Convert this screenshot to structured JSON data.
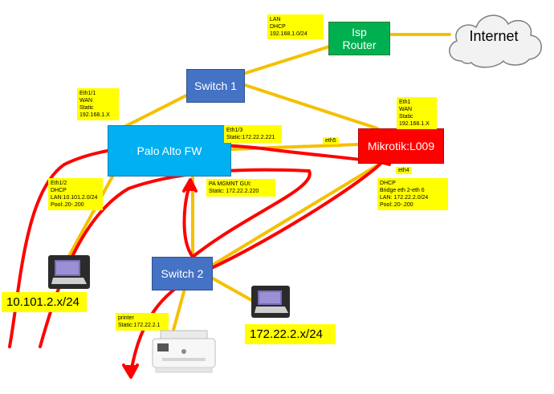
{
  "nodes": {
    "internet": "Internet",
    "isp_router": [
      "Isp",
      "Router"
    ],
    "switch1": "Switch 1",
    "palo_alto": "Palo Alto FW",
    "mikrotik": "Mikrotik:L009",
    "switch2": "Switch 2"
  },
  "notes": {
    "isp_lan": [
      "LAN",
      "DHCP",
      "192.168.1.0/24"
    ],
    "pa_eth1_1": [
      "Eth1/1",
      "WAN",
      "Static",
      "192.168.1.X"
    ],
    "mk_eth1": [
      "Eth1",
      "WAN",
      "Static",
      "192.168.1.X"
    ],
    "pa_eth1_3": [
      "Eth1/3",
      "Static:172.22.2.221"
    ],
    "mk_eth5": "eth5",
    "mk_eth4": "eth4",
    "pa_eth1_2": [
      "Eth1/2",
      "DHCP",
      "LAN:10.101.2.0/24",
      "Pool:.20-.200"
    ],
    "pa_mgmt": [
      "PA MGMNT GUI:",
      "Static: 172.22.2.220"
    ],
    "mk_dhcp": [
      "DHCP",
      "Bridge eth 2-eth 6",
      "LAN: 172.22.2.0/24",
      "Pool:.20-.200"
    ],
    "printer": [
      "printer",
      "Static:172.22.2.1"
    ]
  },
  "subnets": {
    "left": "10.101.2.x/24",
    "right": "172.22.2.x/24"
  },
  "colors": {
    "link": "#f5c000",
    "switch": "#4472c4",
    "palo_alto": "#00b0f0",
    "mikrotik": "#ff0000",
    "isp_router": "#00b050",
    "annotation_path": "#ff0000",
    "note": "#ffff00"
  },
  "icons": [
    "cloud-icon",
    "laptop-icon",
    "printer-icon"
  ]
}
